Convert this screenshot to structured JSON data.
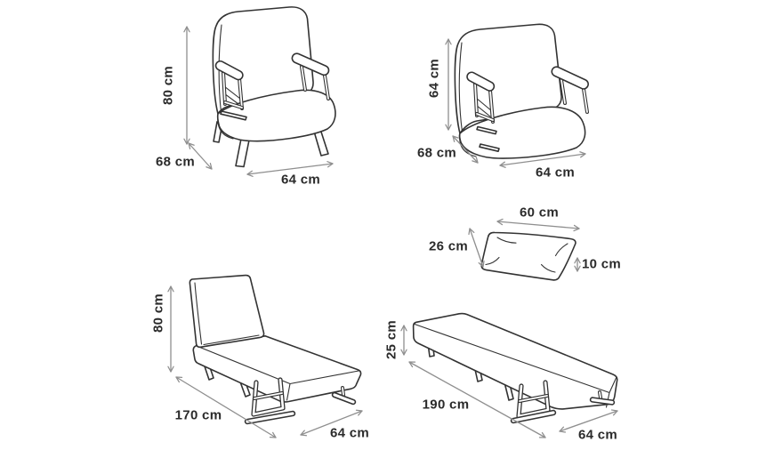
{
  "style": {
    "background": "#ffffff",
    "line_color": "#333333",
    "arrow_color": "#8f8f8f",
    "label_color": "#2b2b2b"
  },
  "figures": [
    {
      "name": "armchair-with-legs",
      "dims": {
        "height": "80 cm",
        "depth": "68 cm",
        "width": "64 cm"
      }
    },
    {
      "name": "armchair-without-legs",
      "dims": {
        "height": "64 cm",
        "depth": "68 cm",
        "width": "64 cm"
      }
    },
    {
      "name": "cushion",
      "dims": {
        "length": "60 cm",
        "width": "26 cm",
        "thickness": "10 cm"
      }
    },
    {
      "name": "recliner-lounger",
      "dims": {
        "height": "80 cm",
        "length": "170 cm",
        "width": "64 cm"
      }
    },
    {
      "name": "folded-out-bed",
      "dims": {
        "height": "25 cm",
        "length": "190 cm",
        "width": "64 cm"
      }
    }
  ]
}
